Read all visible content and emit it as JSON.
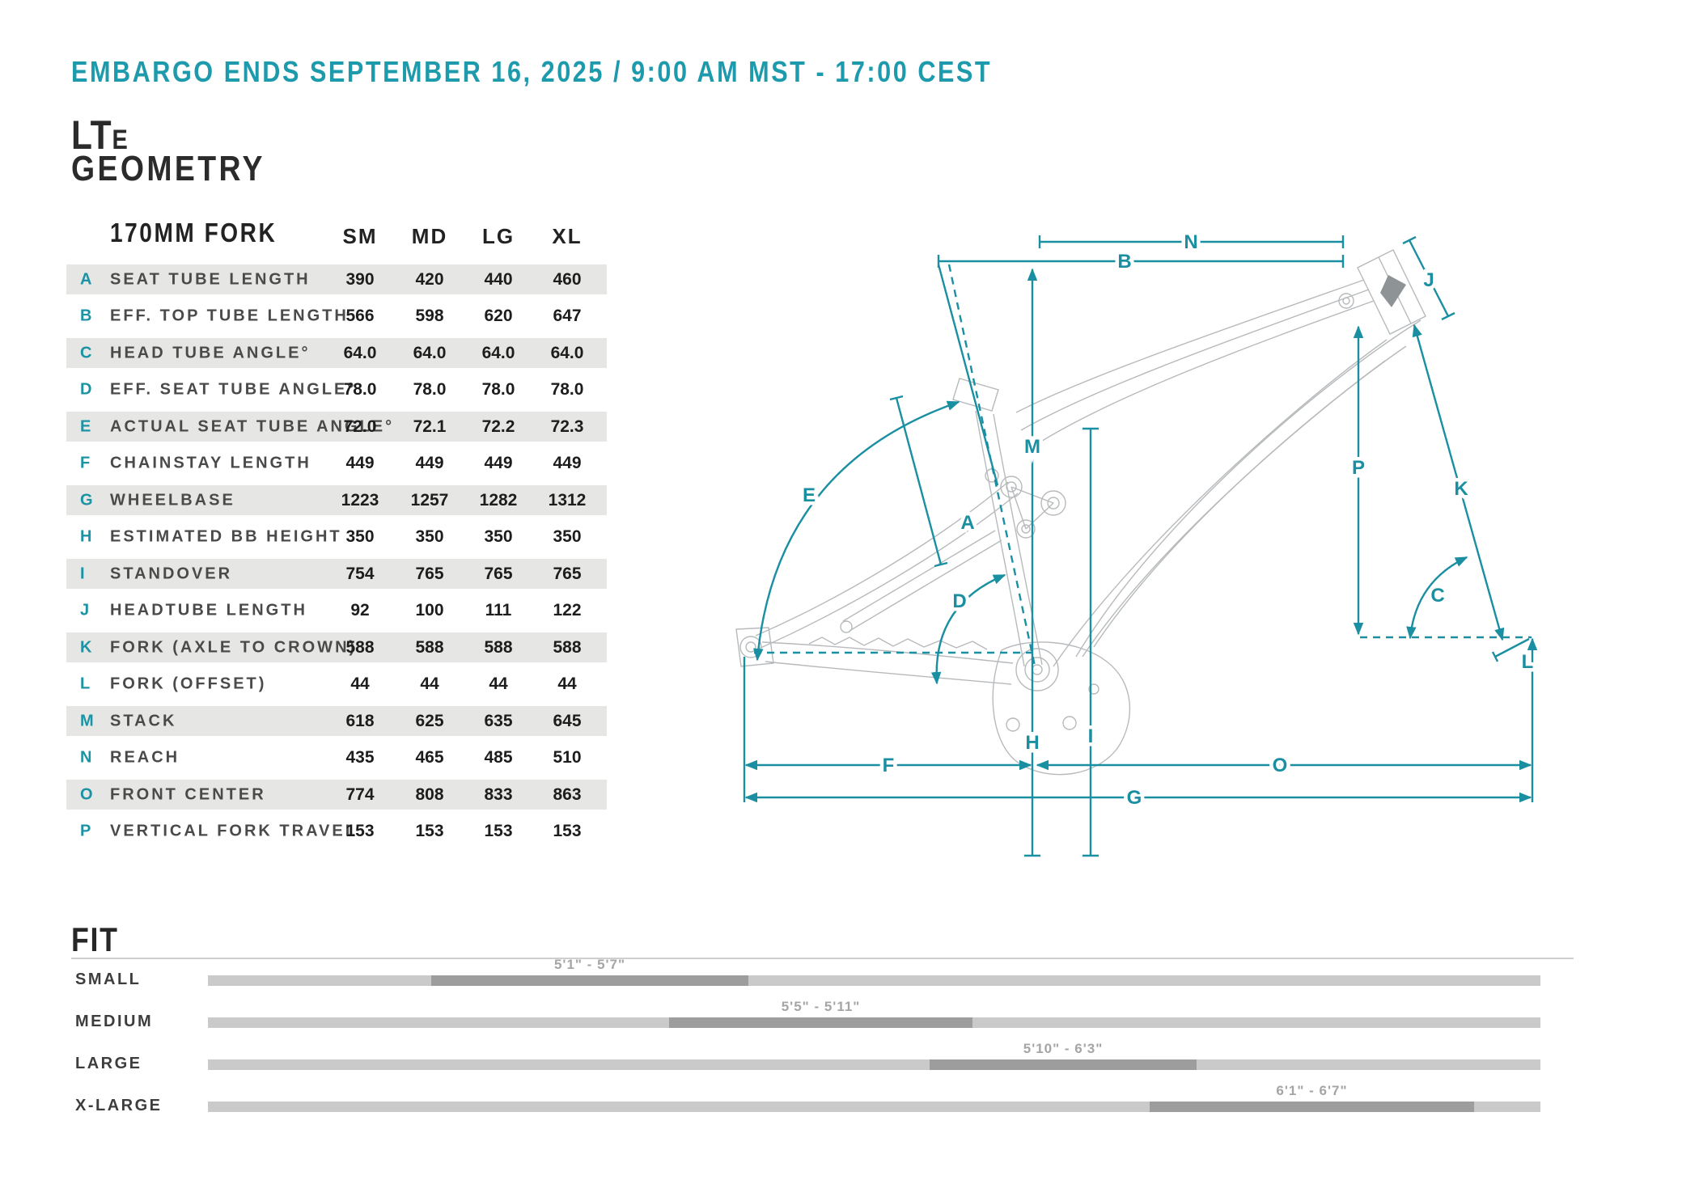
{
  "embargo": "EMBARGO ENDS SEPTEMBER 16, 2025 / 9:00 AM MST - 17:00 CEST",
  "title": {
    "model": "LT",
    "model_suffix": "E",
    "heading": "GEOMETRY"
  },
  "geometry_table": {
    "fork_header": "170MM FORK",
    "size_columns": [
      "SM",
      "MD",
      "LG",
      "XL"
    ],
    "rows": [
      {
        "letter": "A",
        "label": "SEAT TUBE LENGTH",
        "values": [
          "390",
          "420",
          "440",
          "460"
        ]
      },
      {
        "letter": "B",
        "label": "EFF. TOP TUBE LENGTH",
        "values": [
          "566",
          "598",
          "620",
          "647"
        ]
      },
      {
        "letter": "C",
        "label": "HEAD TUBE ANGLE°",
        "values": [
          "64.0",
          "64.0",
          "64.0",
          "64.0"
        ]
      },
      {
        "letter": "D",
        "label": "EFF. SEAT TUBE ANGLE°",
        "values": [
          "78.0",
          "78.0",
          "78.0",
          "78.0"
        ]
      },
      {
        "letter": "E",
        "label": "ACTUAL SEAT TUBE ANGLE°",
        "values": [
          "72.0",
          "72.1",
          "72.2",
          "72.3"
        ]
      },
      {
        "letter": "F",
        "label": "CHAINSTAY LENGTH",
        "values": [
          "449",
          "449",
          "449",
          "449"
        ]
      },
      {
        "letter": "G",
        "label": "WHEELBASE",
        "values": [
          "1223",
          "1257",
          "1282",
          "1312"
        ]
      },
      {
        "letter": "H",
        "label": "ESTIMATED BB HEIGHT",
        "values": [
          "350",
          "350",
          "350",
          "350"
        ]
      },
      {
        "letter": "I",
        "label": "STANDOVER",
        "values": [
          "754",
          "765",
          "765",
          "765"
        ]
      },
      {
        "letter": "J",
        "label": "HEADTUBE LENGTH",
        "values": [
          "92",
          "100",
          "111",
          "122"
        ]
      },
      {
        "letter": "K",
        "label": "FORK (AXLE TO CROWN)",
        "values": [
          "588",
          "588",
          "588",
          "588"
        ]
      },
      {
        "letter": "L",
        "label": "FORK (OFFSET)",
        "values": [
          "44",
          "44",
          "44",
          "44"
        ]
      },
      {
        "letter": "M",
        "label": "STACK",
        "values": [
          "618",
          "625",
          "635",
          "645"
        ]
      },
      {
        "letter": "N",
        "label": "REACH",
        "values": [
          "435",
          "465",
          "485",
          "510"
        ]
      },
      {
        "letter": "O",
        "label": "FRONT CENTER",
        "values": [
          "774",
          "808",
          "833",
          "863"
        ]
      },
      {
        "letter": "P",
        "label": "VERTICAL FORK TRAVEL",
        "values": [
          "153",
          "153",
          "153",
          "153"
        ]
      }
    ]
  },
  "diagram": {
    "labels": {
      "A": "A",
      "B": "B",
      "C": "C",
      "D": "D",
      "E": "E",
      "F": "F",
      "G": "G",
      "H": "H",
      "I": "I",
      "J": "J",
      "K": "K",
      "L": "L",
      "M": "M",
      "N": "N",
      "O": "O",
      "P": "P"
    }
  },
  "fit": {
    "heading": "FIT",
    "rows": [
      {
        "label": "SMALL",
        "range": "5'1\" - 5'7\"",
        "segment_left_pct": 16.76,
        "segment_width_pct": 23.8
      },
      {
        "label": "MEDIUM",
        "range": "5'5\" - 5'11\"",
        "segment_left_pct": 34.61,
        "segment_width_pct": 22.77
      },
      {
        "label": "LARGE",
        "range": "5'10\" - 6'3\"",
        "segment_left_pct": 54.16,
        "segment_width_pct": 20.04
      },
      {
        "label": "X-LARGE",
        "range": "6'1\" - 6'7\"",
        "segment_left_pct": 70.67,
        "segment_width_pct": 24.35
      }
    ]
  },
  "colors": {
    "teal_header": "#1d9aac",
    "teal_diagram": "#1a8fa2",
    "table_shade": "#e6e6e4",
    "bar_light": "#cacaca",
    "bar_dark": "#9d9d9d",
    "heading_dark": "#2b2b2b"
  }
}
